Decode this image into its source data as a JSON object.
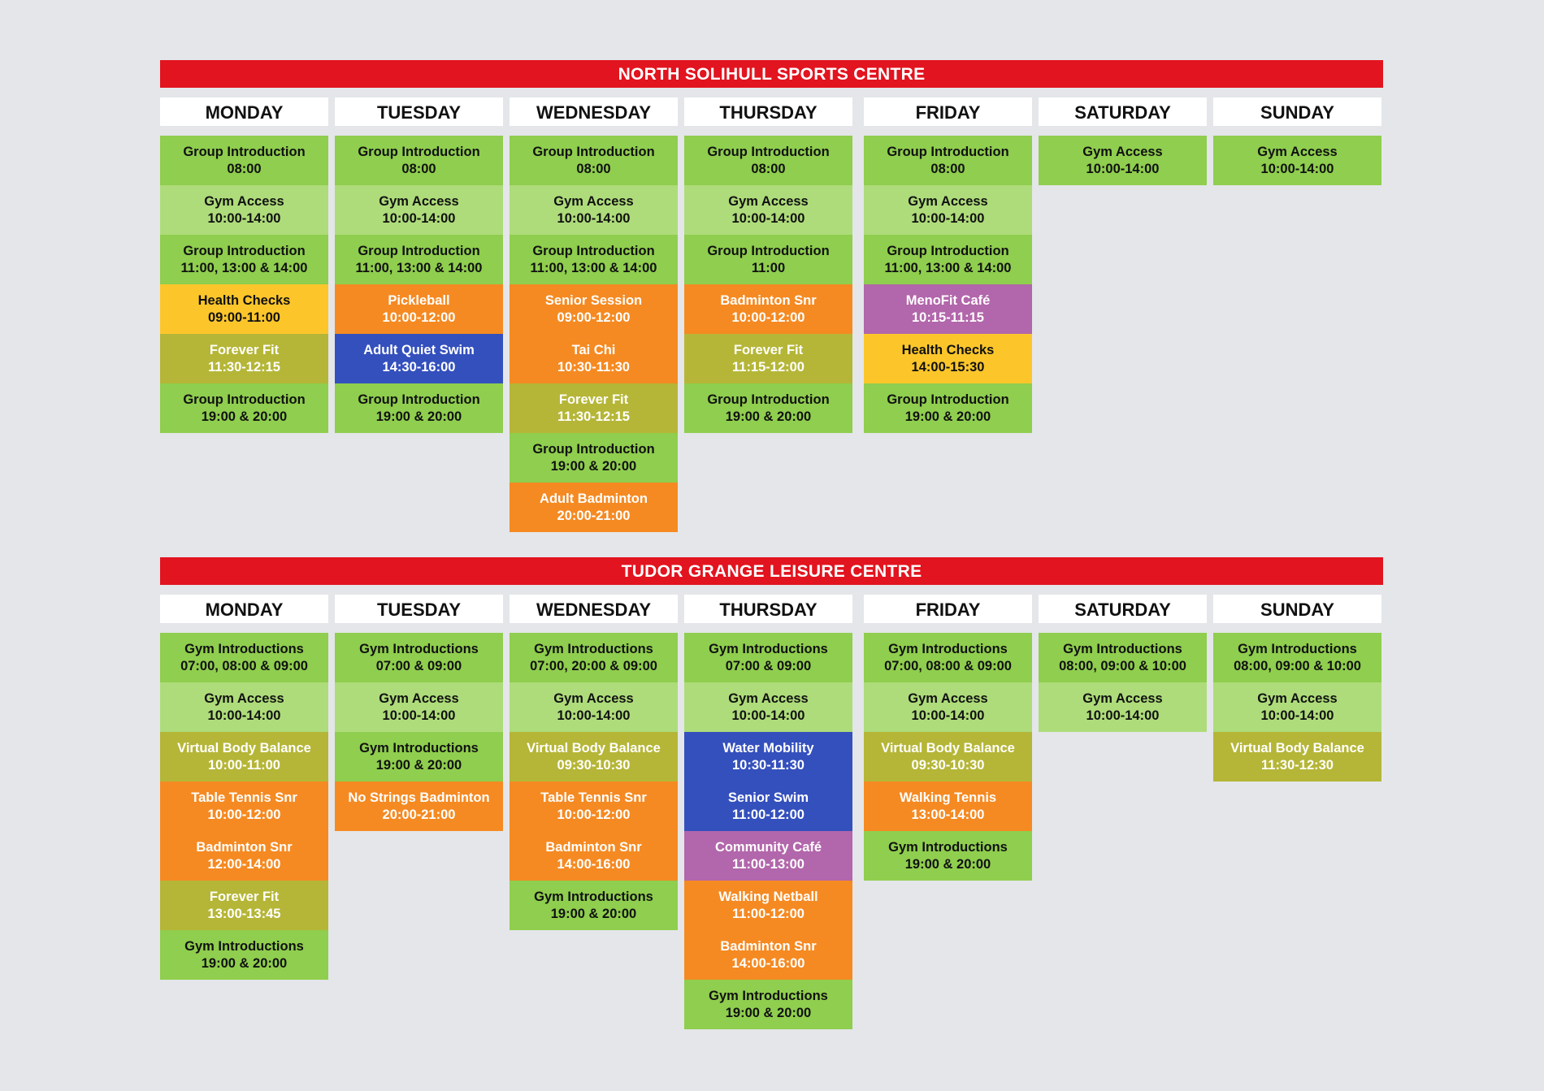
{
  "centres": [
    {
      "name": "NORTH SOLIHULL SPORTS CENTRE",
      "days": [
        {
          "day": "MONDAY",
          "slots": [
            {
              "title": "Group Introduction",
              "time": "08:00",
              "color": "green"
            },
            {
              "title": "Gym Access",
              "time": "10:00-14:00",
              "color": "lgreen"
            },
            {
              "title": "Group Introduction",
              "time": "11:00, 13:00 & 14:00",
              "color": "green"
            },
            {
              "title": "Health Checks",
              "time": "09:00-11:00",
              "color": "yellow"
            },
            {
              "title": "Forever Fit",
              "time": "11:30-12:15",
              "color": "olive"
            },
            {
              "title": "Group Introduction",
              "time": "19:00 & 20:00",
              "color": "green"
            }
          ]
        },
        {
          "day": "TUESDAY",
          "slots": [
            {
              "title": "Group Introduction",
              "time": "08:00",
              "color": "green"
            },
            {
              "title": "Gym Access",
              "time": "10:00-14:00",
              "color": "lgreen"
            },
            {
              "title": "Group Introduction",
              "time": "11:00, 13:00 & 14:00",
              "color": "green"
            },
            {
              "title": "Pickleball",
              "time": "10:00-12:00",
              "color": "orange"
            },
            {
              "title": "Adult Quiet Swim",
              "time": "14:30-16:00",
              "color": "blue"
            },
            {
              "title": "Group Introduction",
              "time": "19:00 & 20:00",
              "color": "green"
            }
          ]
        },
        {
          "day": "WEDNESDAY",
          "slots": [
            {
              "title": "Group Introduction",
              "time": "08:00",
              "color": "green"
            },
            {
              "title": "Gym Access",
              "time": "10:00-14:00",
              "color": "lgreen"
            },
            {
              "title": "Group Introduction",
              "time": "11:00, 13:00 & 14:00",
              "color": "green"
            },
            {
              "title": "Senior Session",
              "time": "09:00-12:00",
              "color": "orange"
            },
            {
              "title": "Tai Chi",
              "time": "10:30-11:30",
              "color": "orange"
            },
            {
              "title": "Forever Fit",
              "time": "11:30-12:15",
              "color": "olive"
            },
            {
              "title": "Group Introduction",
              "time": "19:00 & 20:00",
              "color": "green"
            },
            {
              "title": "Adult Badminton",
              "time": "20:00-21:00",
              "color": "orange"
            }
          ]
        },
        {
          "day": "THURSDAY",
          "slots": [
            {
              "title": "Group Introduction",
              "time": "08:00",
              "color": "green"
            },
            {
              "title": "Gym Access",
              "time": "10:00-14:00",
              "color": "lgreen"
            },
            {
              "title": "Group Introduction",
              "time": "11:00",
              "color": "green"
            },
            {
              "title": "Badminton Snr",
              "time": "10:00-12:00",
              "color": "orange"
            },
            {
              "title": "Forever Fit",
              "time": "11:15-12:00",
              "color": "olive"
            },
            {
              "title": "Group Introduction",
              "time": "19:00 & 20:00",
              "color": "green"
            }
          ]
        },
        {
          "day": "FRIDAY",
          "slots": [
            {
              "title": "Group Introduction",
              "time": "08:00",
              "color": "green"
            },
            {
              "title": "Gym Access",
              "time": "10:00-14:00",
              "color": "lgreen"
            },
            {
              "title": "Group Introduction",
              "time": "11:00, 13:00 & 14:00",
              "color": "green"
            },
            {
              "title": "MenoFit Café",
              "time": "10:15-11:15",
              "color": "purple"
            },
            {
              "title": "Health Checks",
              "time": "14:00-15:30",
              "color": "yellow"
            },
            {
              "title": "Group Introduction",
              "time": "19:00 & 20:00",
              "color": "green"
            }
          ]
        },
        {
          "day": "SATURDAY",
          "slots": [
            {
              "title": "Gym Access",
              "time": "10:00-14:00",
              "color": "green"
            }
          ]
        },
        {
          "day": "SUNDAY",
          "slots": [
            {
              "title": "Gym Access",
              "time": "10:00-14:00",
              "color": "green"
            }
          ]
        }
      ]
    },
    {
      "name": "TUDOR GRANGE LEISURE CENTRE",
      "days": [
        {
          "day": "MONDAY",
          "slots": [
            {
              "title": "Gym Introductions",
              "time": "07:00, 08:00 & 09:00",
              "color": "green"
            },
            {
              "title": "Gym Access",
              "time": "10:00-14:00",
              "color": "lgreen"
            },
            {
              "title": "Virtual Body Balance",
              "time": "10:00-11:00",
              "color": "olive"
            },
            {
              "title": "Table Tennis Snr",
              "time": "10:00-12:00",
              "color": "orange"
            },
            {
              "title": "Badminton Snr",
              "time": "12:00-14:00",
              "color": "orange"
            },
            {
              "title": "Forever Fit",
              "time": "13:00-13:45",
              "color": "olive"
            },
            {
              "title": "Gym Introductions",
              "time": "19:00 & 20:00",
              "color": "green"
            }
          ]
        },
        {
          "day": "TUESDAY",
          "slots": [
            {
              "title": "Gym Introductions",
              "time": "07:00 & 09:00",
              "color": "green"
            },
            {
              "title": "Gym Access",
              "time": "10:00-14:00",
              "color": "lgreen"
            },
            {
              "title": "Gym Introductions",
              "time": "19:00 & 20:00",
              "color": "green"
            },
            {
              "title": "No Strings Badminton",
              "time": "20:00-21:00",
              "color": "orange"
            }
          ]
        },
        {
          "day": "WEDNESDAY",
          "slots": [
            {
              "title": "Gym Introductions",
              "time": "07:00, 20:00 & 09:00",
              "color": "green"
            },
            {
              "title": "Gym Access",
              "time": "10:00-14:00",
              "color": "lgreen"
            },
            {
              "title": "Virtual Body Balance",
              "time": "09:30-10:30",
              "color": "olive"
            },
            {
              "title": "Table Tennis Snr",
              "time": "10:00-12:00",
              "color": "orange"
            },
            {
              "title": "Badminton Snr",
              "time": "14:00-16:00",
              "color": "orange"
            },
            {
              "title": "Gym Introductions",
              "time": "19:00 & 20:00",
              "color": "green"
            }
          ]
        },
        {
          "day": "THURSDAY",
          "slots": [
            {
              "title": "Gym Introductions",
              "time": "07:00 & 09:00",
              "color": "green"
            },
            {
              "title": "Gym Access",
              "time": "10:00-14:00",
              "color": "lgreen"
            },
            {
              "title": "Water Mobility",
              "time": "10:30-11:30",
              "color": "blue"
            },
            {
              "title": "Senior Swim",
              "time": "11:00-12:00",
              "color": "blue"
            },
            {
              "title": "Community Café",
              "time": "11:00-13:00",
              "color": "purple"
            },
            {
              "title": "Walking Netball",
              "time": "11:00-12:00",
              "color": "orange"
            },
            {
              "title": "Badminton Snr",
              "time": "14:00-16:00",
              "color": "orange"
            },
            {
              "title": "Gym Introductions",
              "time": "19:00 & 20:00",
              "color": "green"
            }
          ]
        },
        {
          "day": "FRIDAY",
          "slots": [
            {
              "title": "Gym Introductions",
              "time": "07:00, 08:00 & 09:00",
              "color": "green"
            },
            {
              "title": "Gym Access",
              "time": "10:00-14:00",
              "color": "lgreen"
            },
            {
              "title": "Virtual Body Balance",
              "time": "09:30-10:30",
              "color": "olive"
            },
            {
              "title": "Walking Tennis",
              "time": "13:00-14:00",
              "color": "orange"
            },
            {
              "title": "Gym Introductions",
              "time": "19:00 & 20:00",
              "color": "green"
            }
          ]
        },
        {
          "day": "SATURDAY",
          "slots": [
            {
              "title": "Gym Introductions",
              "time": "08:00, 09:00 & 10:00",
              "color": "green"
            },
            {
              "title": "Gym Access",
              "time": "10:00-14:00",
              "color": "lgreen"
            }
          ]
        },
        {
          "day": "SUNDAY",
          "slots": [
            {
              "title": "Gym Introductions",
              "time": "08:00, 09:00 & 10:00",
              "color": "green"
            },
            {
              "title": "Gym Access",
              "time": "10:00-14:00",
              "color": "lgreen"
            },
            {
              "title": "Virtual Body Balance",
              "time": "11:30-12:30",
              "color": "olive"
            }
          ]
        }
      ]
    }
  ]
}
